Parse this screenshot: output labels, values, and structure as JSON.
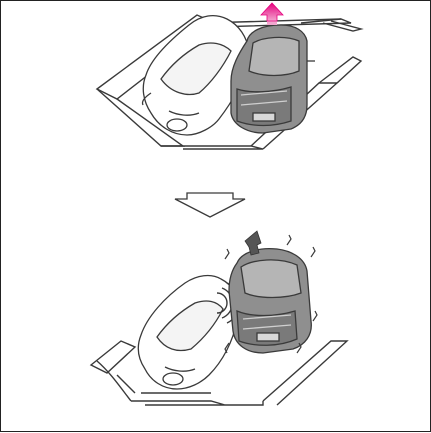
{
  "figure": {
    "description_icon": "parking-collision-illustration",
    "colors": {
      "line": "#3a3a3a",
      "car_light": "#ffffff",
      "car_dark": "#9a9a9a",
      "car_dark_shade": "#6f6f6f",
      "move_arrow_top": "#e6007e",
      "move_arrow_bottom": "#555555",
      "transition_arrow_fill": "#ffffff"
    },
    "scenes": [
      {
        "name": "before",
        "arrow_icon": "pink-backing-arrow-icon"
      },
      {
        "name": "after",
        "arrow_icon": "gray-backing-arrow-icon",
        "effect_icon": "impact-waves-icon"
      }
    ],
    "transition_icon": "down-arrow-icon"
  }
}
